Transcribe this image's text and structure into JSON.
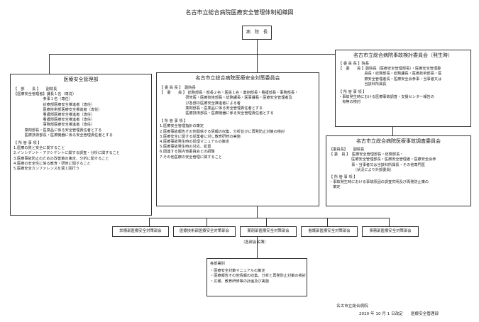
{
  "title": "名古市立総合病院医療安全管理体制組織図",
  "hospital_director": "病　院　長",
  "accident_review": {
    "title": "名古市立総合病院事故検討委員会（発生時）",
    "members": [
      "【 委 員 長 】院長",
      "【　委　　員 】副院長（医療安全管理部長）・医療安全管理委",
      "　　　　　　　員長・総務部長・総務課長・医療技術部長・医",
      "　　　　　　　療安全管理者長・医療安全会参事・当事者又は",
      "　　　　　　　当該科所属長"
    ],
    "duties_header": "【 所 管 事 項 】",
    "duties": [
      "・事故発生時における医療事故調査・支援センター報告の",
      "　有無の検討"
    ]
  },
  "safety_dept": {
    "title": "医療安全管理部",
    "members": [
      "【　部　　長 】　　副院長",
      "【医療安全管理者】課長１名（専従）",
      "　　　　　　　　参事１名（専任）",
      "　　　　　　　　診療部医療安全推進者（専任）",
      "　　　　　　　　医療技術部医療安全推進者（専任）",
      "　　　　　　　　看護部医療安全推進者（専任）",
      "　　　　　　　　看護部医療安全推進者（専任）",
      "　　　　　　　　事務部医療安全推進者（専任）",
      "　　　薬剤部長・医薬品に係る安全管理責任者とする",
      "　　　医療技術部長・医療機器に係る安全管理責任者とする"
    ],
    "duties_header": "【 所 管 事 項 】",
    "duties": [
      "1.医療の質と安全に関すること",
      "2.インシデント・アクシデントに関する調査・分析に関すること",
      "3.医療事故防止のための改善策の策定、分析に関すること",
      "4.医療の安全性に係る教育・研修に関すること",
      "5.医療安全カンファレンスを週１回行う"
    ]
  },
  "safety_committee": {
    "title": "名古市立総合病院医療安全対策委員会",
    "members": [
      "【 委 員 長 】　副院長",
      "【　委　　員 】 総務部長・部長２名・医員１名・薬剤部長・看護部長・事務部長・",
      "　　　　　　　研修医・医療技術部長・総務課長・医事課長・医療安全管理者及",
      "　　　　　　　び各部の医療安全推進者による者",
      "　　　　　　　薬剤部長・医薬品に係る安全管理責任者とする",
      "　　　　　　　医療技術部長・医療機器に係る安全管理責任者とする"
    ],
    "duties_header": "【 所 管 事 項 】",
    "duties": [
      "1.医療安全管理指針の策定",
      "2.医療事故報告その他関係する情報の収集、分析並びに再発防止対策の検討",
      "3.医療安全に関する従業者に対し教育研修の実施",
      "4.医療事故発生時の処理マニュアルの策定",
      "5.医療事故発生時の対応、処置",
      "6.関連する院内他委員会との調整",
      "7.その他医療の安全管理に関すること"
    ]
  },
  "accident_investigation": {
    "title": "名古市立総合病院医療事故調査委員会",
    "members": [
      "【委員長】　　副院長",
      "【 委　員 】　医療安全管理部長・総務部長・",
      "　　　　　　医療安全管理部長・医療安全管理者・医療安全会参",
      "　　　　　　事・当事者又は当該科所属長・その他専門医",
      "　　　　　　　（状況により外部委員）"
    ],
    "duties_header": "【 所 管 事 項 】",
    "duties": [
      "・事故発生時における事故原因の調査究明及び再発防止策の",
      "　策定"
    ]
  },
  "sub_committees": [
    "診療部医療安全対策部会",
    "医療技術部医療安全対策部会",
    "薬剤部医療安全対策部会",
    "看護部医療安全対策部会",
    "事務部医療安全対策部会"
  ],
  "sub_note": "（各部会名簿）",
  "sub_tasks": {
    "header": "各部署別",
    "items": [
      "・医療安全対策マニュアルの策定",
      "・医療報告その他情報の収集、分析と再発防止対策の検討",
      "・広報、教育研修等の計画及び実施"
    ]
  },
  "footer": {
    "org": "名古市立総合病院",
    "date": "2020 年 10 月 1 日改定　　医療安全管理部"
  }
}
